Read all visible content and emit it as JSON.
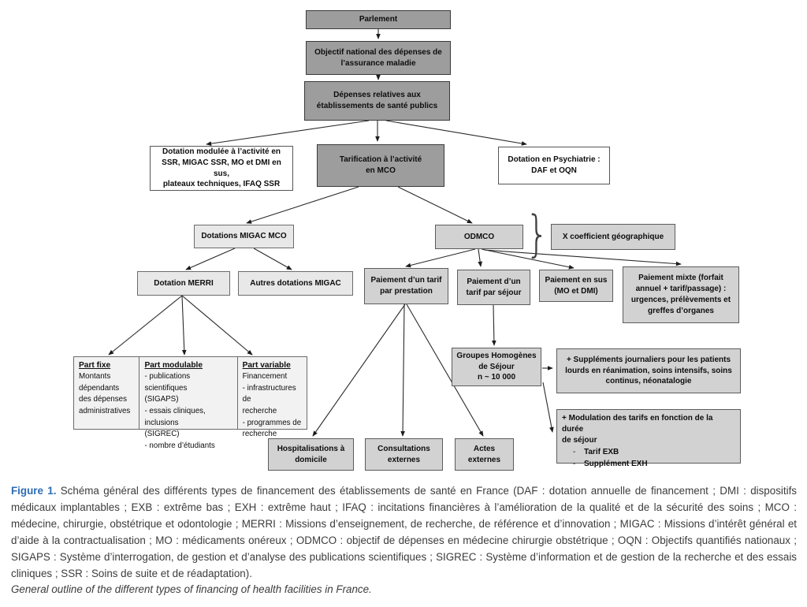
{
  "figure": {
    "label": "Figure 1.",
    "caption_fr": "Schéma général des différents types de financement des établissements de santé en France (DAF : dotation annuelle de financement ; DMI : dispositifs médicaux implantables ; EXB : extrême bas ; EXH : extrême haut ; IFAQ : incitations financières à l’amélioration de la qualité et de la sécurité des soins ; MCO : médecine, chirurgie, obstétrique et odontologie ; MERRI : Missions d’enseignement, de recherche, de référence et d’innovation ; MIGAC : Missions d’intérêt général et d’aide à la contractualisation ; MO : médicaments onéreux ; ODMCO : objectif de dépenses en médecine chirurgie obstétrique ; OQN : Objectifs quantifiés nationaux ; SIGAPS : Système d’interrogation, de gestion et d’analyse des publications scientifiques ; SIGREC : Système d’information et de gestion de la recherche et des essais cliniques ; SSR : Soins de suite et de réadaptation).",
    "caption_en": "General outline of the different types of financing of health facilities in France."
  },
  "colors": {
    "dark_box": "#9d9d9d",
    "medium_box": "#d2d2d2",
    "light_box": "#e8e8e8",
    "white_box": "#ffffff",
    "figure_label_blue": "#2e6cb5"
  },
  "brace": {
    "glyph": "}"
  },
  "boxes": {
    "parlement": {
      "label": "Parlement"
    },
    "ondam": {
      "label": "Objectif national des dépenses de\nl’assurance maladie"
    },
    "depenses": {
      "label": "Dépenses relatives aux\nétablissements de santé publics"
    },
    "dotation_ssr": {
      "label": "Dotation modulée à l’activité en\nSSR, MIGAC SSR, MO et DMI en sus,\nplateaux techniques, IFAQ SSR"
    },
    "tarification": {
      "label": "Tarification à l’activité\nen MCO"
    },
    "psychiatrie": {
      "label": "Dotation en Psychiatrie :\nDAF et OQN"
    },
    "migac_mco": {
      "label": "Dotations MIGAC MCO"
    },
    "odmco": {
      "label": "ODMCO"
    },
    "coeff_geo": {
      "label": "X  coefficient géographique"
    },
    "merri": {
      "label": "Dotation MERRI"
    },
    "autres_migac": {
      "label": "Autres dotations MIGAC"
    },
    "prestation": {
      "label": "Paiement d’un tarif\npar prestation"
    },
    "sejour": {
      "label": "Paiement d’un\ntarif par séjour"
    },
    "en_sus": {
      "label": "Paiement en sus\n(MO et DMI)"
    },
    "mixte": {
      "label": "Paiement mixte (forfait\nannuel + tarif/passage) :\nurgences, prélèvements et\ngreffes d’organes"
    },
    "part_fixe": {
      "title": "Part fixe",
      "body": "Montants\ndépendants\ndes dépenses\nadministratives"
    },
    "part_modulable": {
      "title": "Part modulable",
      "body": "- publications scientifiques\n(SIGAPS)\n- essais cliniques, inclusions\n(SIGREC)\n- nombre d’étudiants"
    },
    "part_variable": {
      "title": "Part variable",
      "body": "Financement\n- infrastructures de\nrecherche\n- programmes de\nrecherche"
    },
    "ghs": {
      "label": "Groupes Homogènes\nde Séjour\nn ~ 10 000"
    },
    "supplements": {
      "label": "+ Suppléments journaliers pour les patients\nlourds en réanimation, soins intensifs, soins\ncontinus, néonatalogie"
    },
    "modulation": {
      "title": "+ Modulation des tarifs en fonction de la durée\nde séjour",
      "dash": "-",
      "items": [
        "Tarif EXB",
        "Supplément EXH"
      ]
    },
    "hospit": {
      "label": "Hospitalisations à\ndomicile"
    },
    "consult": {
      "label": "Consultations\nexternes"
    },
    "actes": {
      "label": "Actes\nexternes"
    }
  }
}
